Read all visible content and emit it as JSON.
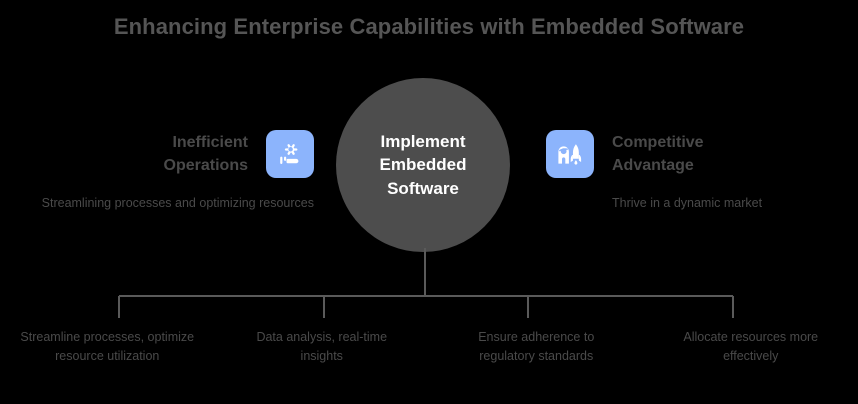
{
  "title": "Enhancing Enterprise Capabilities with Embedded Software",
  "center": {
    "label": "Implement Embedded Software",
    "color": "#4d4d4d"
  },
  "accent_color": "#8cb4fc",
  "text_color": "#4a4a4a",
  "title_color": "#555555",
  "background_color": "#000000",
  "sides": {
    "left": {
      "heading": "Inefficient Operations",
      "description": "Streamlining processes and optimizing resources",
      "icon": "gear-hand-icon"
    },
    "right": {
      "heading": "Competitive Advantage",
      "description": "Thrive in a dynamic market",
      "icon": "planet-rocket-icon"
    }
  },
  "branches": [
    {
      "label": "Streamline processes, optimize resource utilization"
    },
    {
      "label": "Data analysis, real-time insights"
    },
    {
      "label": "Ensure adherence to regulatory standards"
    },
    {
      "label": "Allocate resources more effectively"
    }
  ]
}
